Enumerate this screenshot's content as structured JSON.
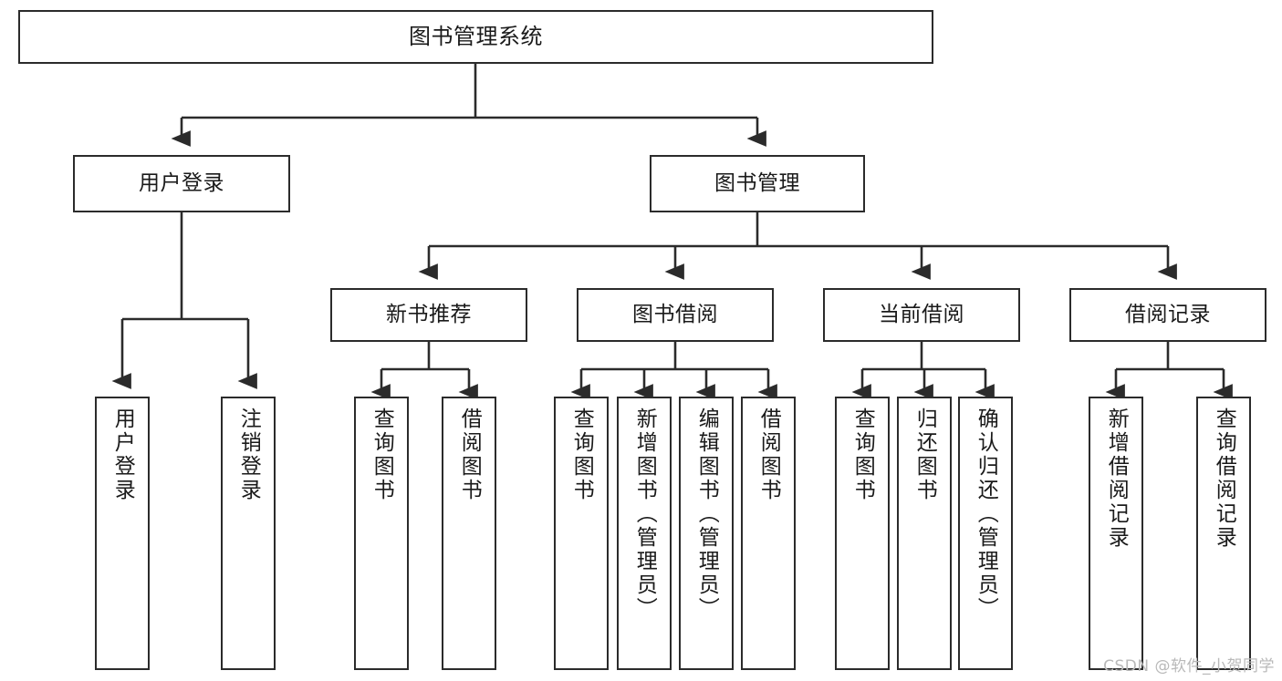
{
  "diagram": {
    "title": "图书管理系统",
    "watermark": "CSDN @软件_小贺同学",
    "line_color": "#2b2b2b",
    "box_fill": "#ffffff",
    "text_color": "#1a1a1a",
    "watermark_color": "#b9b9b9",
    "type": "tree-hierarchy",
    "levels": 4
  },
  "nodes": {
    "root": {
      "label": "图书管理系统"
    },
    "level2": [
      {
        "label": "用户登录"
      },
      {
        "label": "图书管理"
      }
    ],
    "level3": [
      {
        "label": "新书推荐"
      },
      {
        "label": "图书借阅"
      },
      {
        "label": "当前借阅"
      },
      {
        "label": "借阅记录"
      }
    ],
    "leaves": {
      "user_login": [
        {
          "label": "用户登录"
        },
        {
          "label": "注销登录"
        }
      ],
      "new_book_recommend": [
        {
          "label": "查询图书"
        },
        {
          "label": "借阅图书"
        }
      ],
      "book_borrow": [
        {
          "label": "查询图书"
        },
        {
          "label": "新增图书（管理员）"
        },
        {
          "label": "编辑图书（管理员）"
        },
        {
          "label": "借阅图书"
        }
      ],
      "current_borrow": [
        {
          "label": "查询图书"
        },
        {
          "label": "归还图书"
        },
        {
          "label": "确认归还（管理员）"
        }
      ],
      "borrow_record": [
        {
          "label": "新增借阅记录"
        },
        {
          "label": "查询借阅记录"
        }
      ]
    }
  }
}
